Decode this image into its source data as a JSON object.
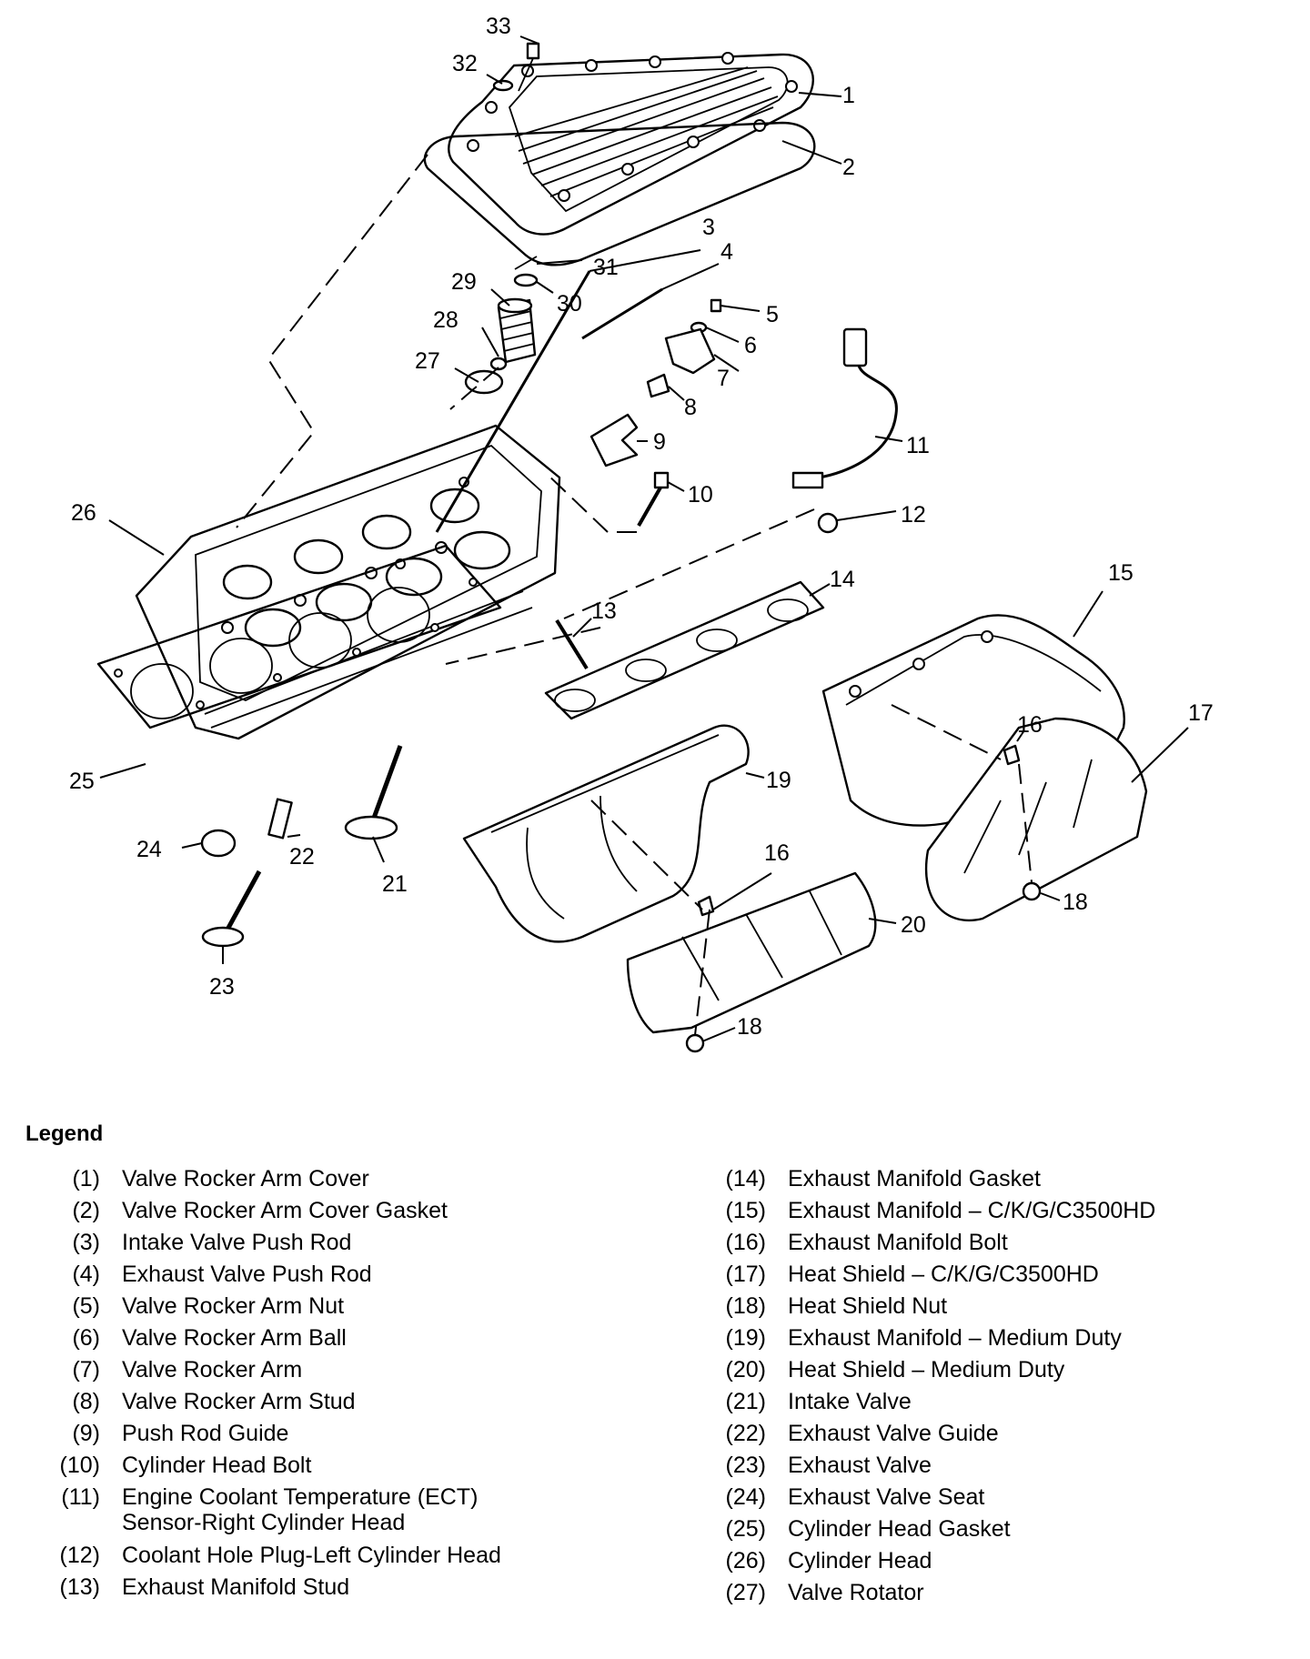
{
  "callouts": [
    {
      "n": "1"
    },
    {
      "n": "2"
    },
    {
      "n": "3"
    },
    {
      "n": "4"
    },
    {
      "n": "5"
    },
    {
      "n": "6"
    },
    {
      "n": "7"
    },
    {
      "n": "8"
    },
    {
      "n": "9"
    },
    {
      "n": "10"
    },
    {
      "n": "11"
    },
    {
      "n": "12"
    },
    {
      "n": "13"
    },
    {
      "n": "14"
    },
    {
      "n": "15"
    },
    {
      "n": "16"
    },
    {
      "n": "16"
    },
    {
      "n": "17"
    },
    {
      "n": "18"
    },
    {
      "n": "18"
    },
    {
      "n": "19"
    },
    {
      "n": "20"
    },
    {
      "n": "21"
    },
    {
      "n": "22"
    },
    {
      "n": "23"
    },
    {
      "n": "24"
    },
    {
      "n": "25"
    },
    {
      "n": "26"
    },
    {
      "n": "27"
    },
    {
      "n": "28"
    },
    {
      "n": "29"
    },
    {
      "n": "30"
    },
    {
      "n": "31"
    },
    {
      "n": "32"
    },
    {
      "n": "33"
    }
  ],
  "legend": {
    "title": "Legend",
    "left": [
      {
        "num": "(1)",
        "text": "Valve Rocker Arm Cover"
      },
      {
        "num": "(2)",
        "text": "Valve Rocker Arm Cover Gasket"
      },
      {
        "num": "(3)",
        "text": "Intake Valve Push Rod"
      },
      {
        "num": "(4)",
        "text": "Exhaust Valve Push Rod"
      },
      {
        "num": "(5)",
        "text": "Valve Rocker Arm Nut"
      },
      {
        "num": "(6)",
        "text": "Valve Rocker Arm Ball"
      },
      {
        "num": "(7)",
        "text": "Valve Rocker Arm"
      },
      {
        "num": "(8)",
        "text": "Valve Rocker Arm Stud"
      },
      {
        "num": "(9)",
        "text": "Push Rod Guide"
      },
      {
        "num": "(10)",
        "text": "Cylinder Head Bolt"
      },
      {
        "num": "(11)",
        "text": "Engine Coolant Temperature (ECT)\nSensor-Right Cylinder Head"
      },
      {
        "num": "(12)",
        "text": "Coolant Hole Plug-Left Cylinder Head"
      },
      {
        "num": "(13)",
        "text": "Exhaust Manifold Stud"
      }
    ],
    "right": [
      {
        "num": "(14)",
        "text": "Exhaust Manifold Gasket"
      },
      {
        "num": "(15)",
        "text": "Exhaust Manifold – C/K/G/C3500HD"
      },
      {
        "num": "(16)",
        "text": "Exhaust Manifold Bolt"
      },
      {
        "num": "(17)",
        "text": "Heat Shield – C/K/G/C3500HD"
      },
      {
        "num": "(18)",
        "text": "Heat Shield Nut"
      },
      {
        "num": "(19)",
        "text": "Exhaust Manifold – Medium Duty"
      },
      {
        "num": "(20)",
        "text": "Heat Shield – Medium Duty"
      },
      {
        "num": "(21)",
        "text": "Intake Valve"
      },
      {
        "num": "(22)",
        "text": "Exhaust Valve Guide"
      },
      {
        "num": "(23)",
        "text": "Exhaust Valve"
      },
      {
        "num": "(24)",
        "text": "Exhaust Valve Seat"
      },
      {
        "num": "(25)",
        "text": "Cylinder Head Gasket"
      },
      {
        "num": "(26)",
        "text": "Cylinder Head"
      },
      {
        "num": "(27)",
        "text": "Valve Rotator"
      }
    ]
  }
}
